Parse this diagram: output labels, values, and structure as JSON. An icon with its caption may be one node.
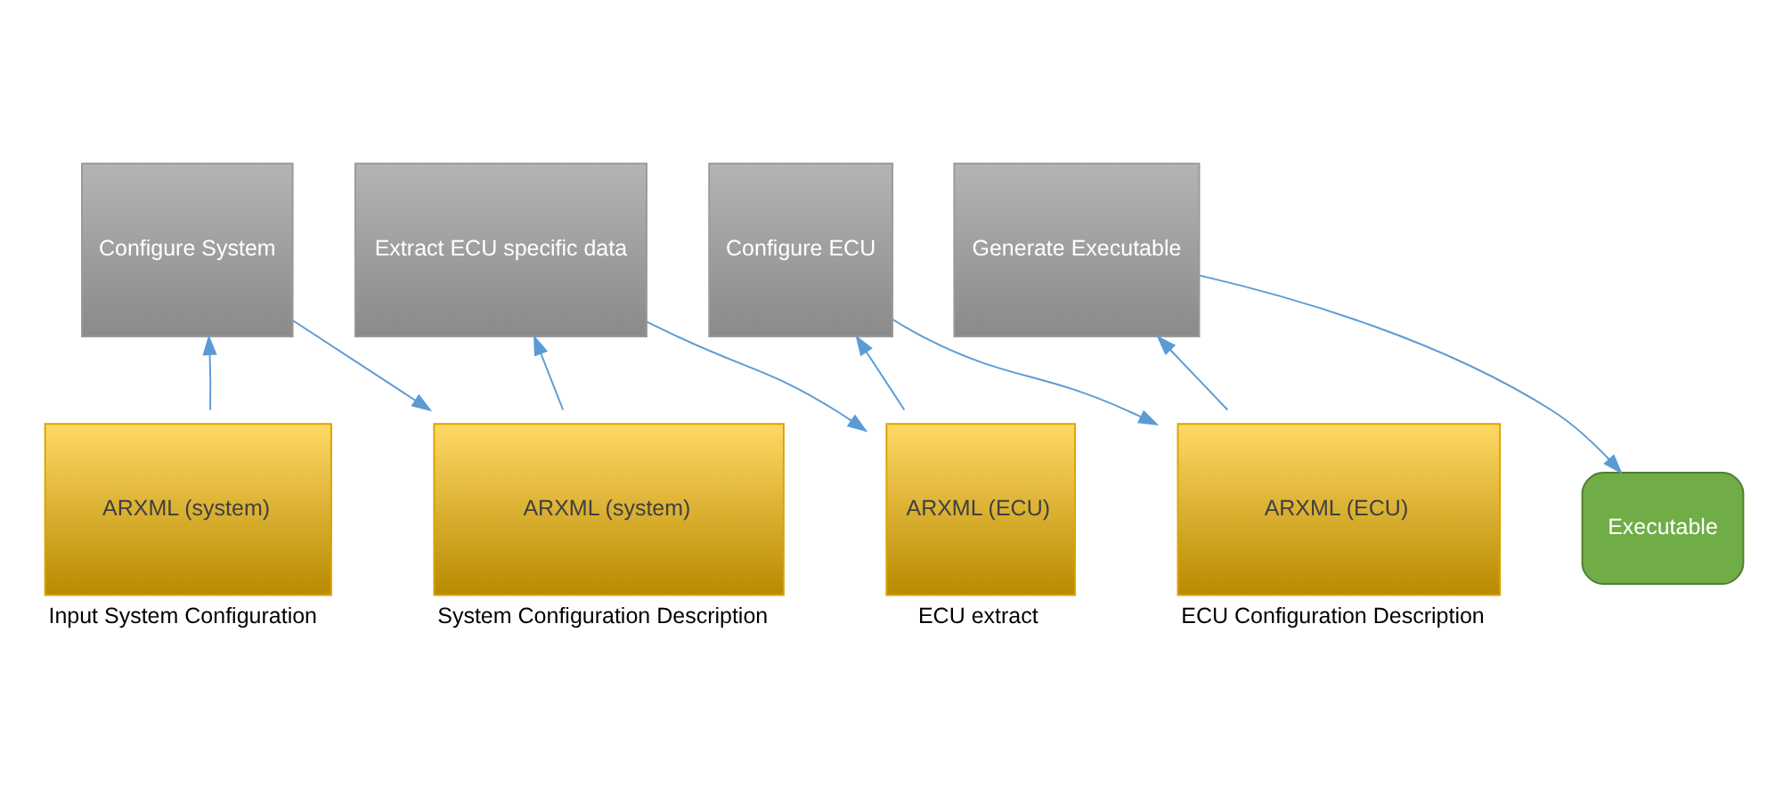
{
  "diagram": {
    "nodes": [
      {
        "text": [
          "Configure System"
        ]
      },
      {
        "text": [
          "Extract ECU specific data"
        ]
      },
      {
        "text": [
          "Configure ECU"
        ]
      },
      {
        "text": [
          "Generate Executable"
        ]
      },
      {
        "text": [
          "ARXML (system)"
        ],
        "beside": [
          "Input System Configuration"
        ]
      },
      {
        "text": [
          "ARXML (system)"
        ],
        "beside": [
          "System Configuration Description"
        ]
      },
      {
        "text": [
          "ARXML (ECU)"
        ],
        "beside": [
          "ECU extract"
        ]
      },
      {
        "text": [
          "ARXML (ECU)"
        ],
        "beside": [
          "ECU Configuration Description"
        ]
      },
      {
        "text": [
          "Executable"
        ]
      }
    ],
    "edges": [
      {
        "from": 4,
        "to": 0,
        "arrow": "to"
      },
      {
        "from": 0,
        "to": 5,
        "arrow": "to"
      },
      {
        "from": 5,
        "to": 1,
        "arrow": "to"
      },
      {
        "from": 1,
        "to": 6,
        "arrow": "to"
      },
      {
        "from": 6,
        "to": 2,
        "arrow": "to"
      },
      {
        "from": 2,
        "to": 7,
        "arrow": "to"
      },
      {
        "from": 7,
        "to": 3,
        "arrow": "to"
      },
      {
        "from": 3,
        "to": 8,
        "arrow": "to"
      }
    ]
  }
}
